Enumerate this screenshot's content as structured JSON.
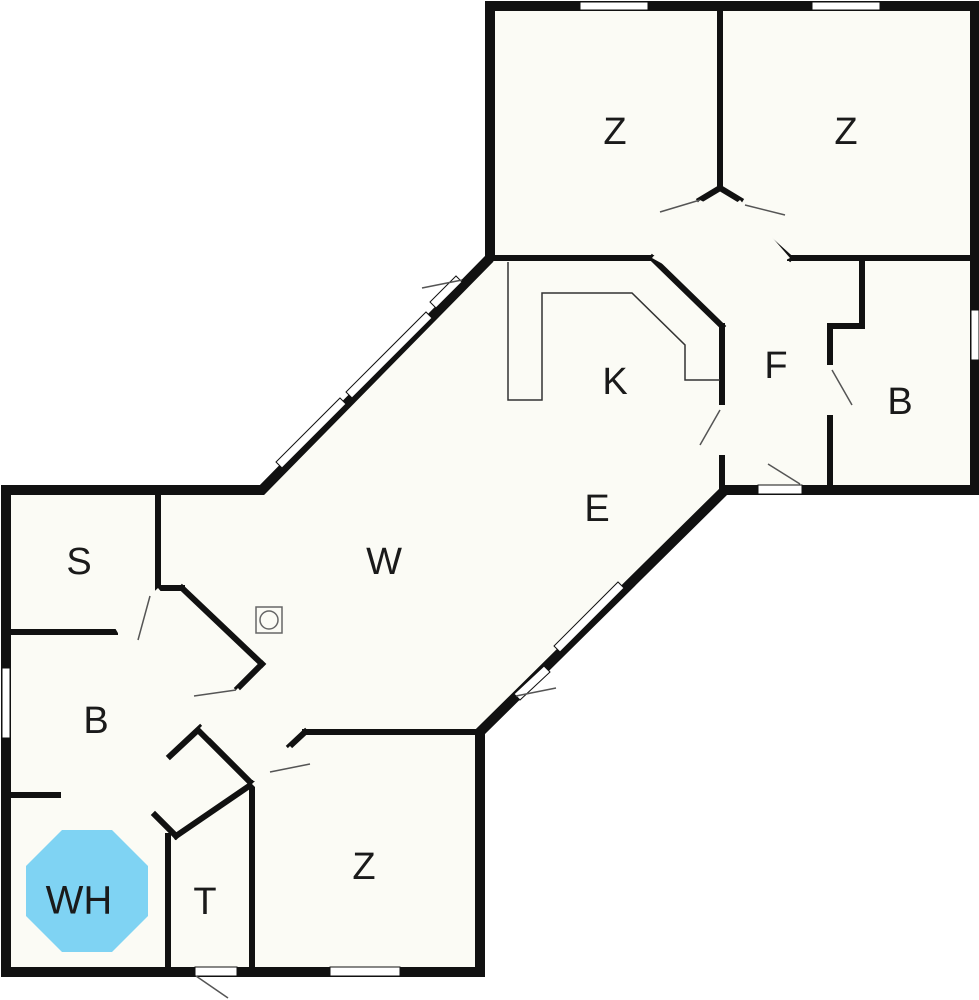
{
  "colors": {
    "wall": "#111111",
    "floor": "#fbfbf5",
    "hot_tub": "#7fd3f3",
    "window": "#ffffff"
  },
  "rooms": {
    "bedroom_top_left": "Z",
    "bedroom_top_right": "Z",
    "kitchen": "K",
    "hall": "F",
    "bath_right": "B",
    "dining": "E",
    "living": "W",
    "sauna": "S",
    "bath_left": "B",
    "hot_tub": "WH",
    "toilet": "T",
    "bedroom_bottom": "Z"
  },
  "icons": {
    "stove": "wood-stove-icon",
    "door": "door-swing-icon",
    "window": "window-icon"
  }
}
